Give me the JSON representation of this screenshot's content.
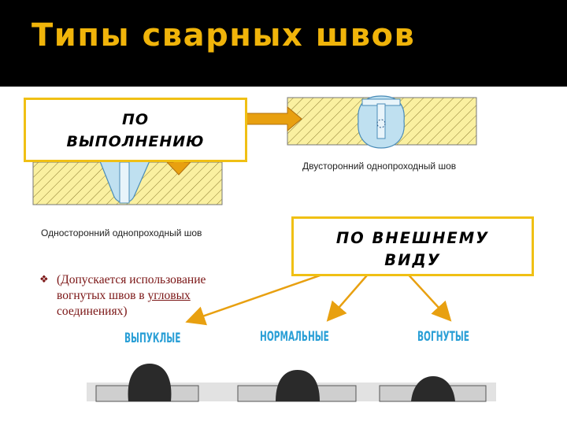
{
  "title": "Типы сварных швов",
  "box_execution": {
    "line1": "ПО",
    "line2": "ВЫПОЛНЕНИЮ"
  },
  "box_appearance": {
    "line1": "ПО ВНЕШНЕМУ",
    "line2": "ВИДУ"
  },
  "captions": {
    "double": "Двусторонний однопроходный шов",
    "single": "Односторонний однопроходный шов"
  },
  "bullet": {
    "part1": "(Допускается использование вогнутых швов в ",
    "underlined": "угловых",
    "part2": " соединениях)"
  },
  "weld_labels": {
    "convex": "ВЫПУКЛЫЕ",
    "normal": "НОРМАЛЬНЫЕ",
    "concave": "ВОГНУТЫЕ"
  },
  "colors": {
    "title": "#f0b40a",
    "box_border": "#f0c014",
    "arrow": "#e8a010",
    "weld_fill": "#bfe0f0",
    "label": "#2a9fd6",
    "bullet_text": "#7a1414"
  }
}
